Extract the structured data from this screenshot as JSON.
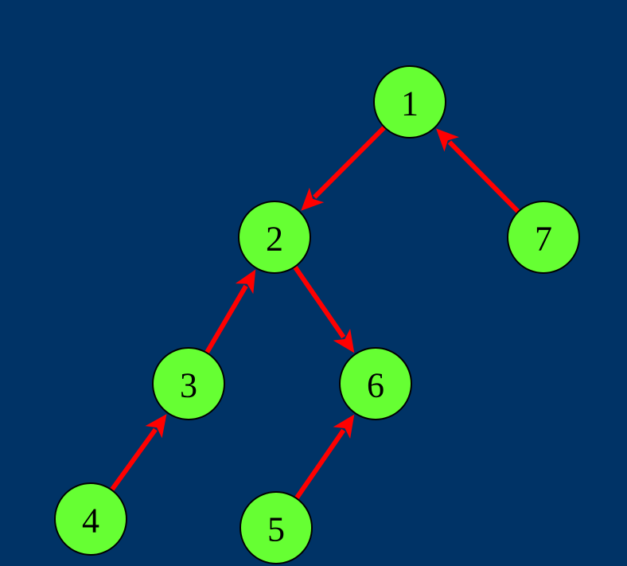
{
  "colors": {
    "background": "#003366",
    "node_fill": "#66FF33",
    "node_stroke": "#000000",
    "edge": "#FF0000",
    "label": "#000000"
  },
  "nodes": [
    {
      "id": "n1",
      "label": "1"
    },
    {
      "id": "n2",
      "label": "2"
    },
    {
      "id": "n3",
      "label": "3"
    },
    {
      "id": "n4",
      "label": "4"
    },
    {
      "id": "n5",
      "label": "5"
    },
    {
      "id": "n6",
      "label": "6"
    },
    {
      "id": "n7",
      "label": "7"
    }
  ],
  "edges": [
    {
      "from": "n1",
      "to": "n2"
    },
    {
      "from": "n7",
      "to": "n1"
    },
    {
      "from": "n3",
      "to": "n2"
    },
    {
      "from": "n2",
      "to": "n6"
    },
    {
      "from": "n4",
      "to": "n3"
    },
    {
      "from": "n5",
      "to": "n6"
    }
  ]
}
